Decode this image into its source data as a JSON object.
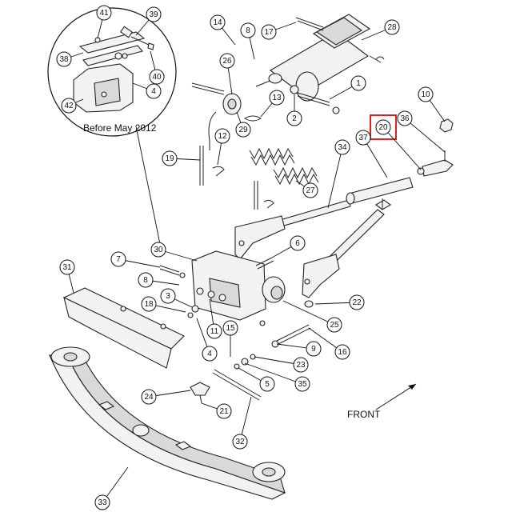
{
  "inset": {
    "caption": "Before May 2012"
  },
  "direction_label": "FRONT",
  "highlighted_callout": "20",
  "colors": {
    "highlight": "#e0201b",
    "line": "#222222"
  },
  "callouts": [
    "1",
    "2",
    "3",
    "4",
    "5",
    "6",
    "7",
    "8",
    "9",
    "10",
    "11",
    "12",
    "13",
    "14",
    "15",
    "16",
    "17",
    "18",
    "19",
    "20",
    "21",
    "22",
    "23",
    "24",
    "25",
    "26",
    "27",
    "28",
    "29",
    "30",
    "31",
    "32",
    "33",
    "34",
    "35",
    "36",
    "37",
    "38",
    "39",
    "40",
    "41",
    "42"
  ]
}
